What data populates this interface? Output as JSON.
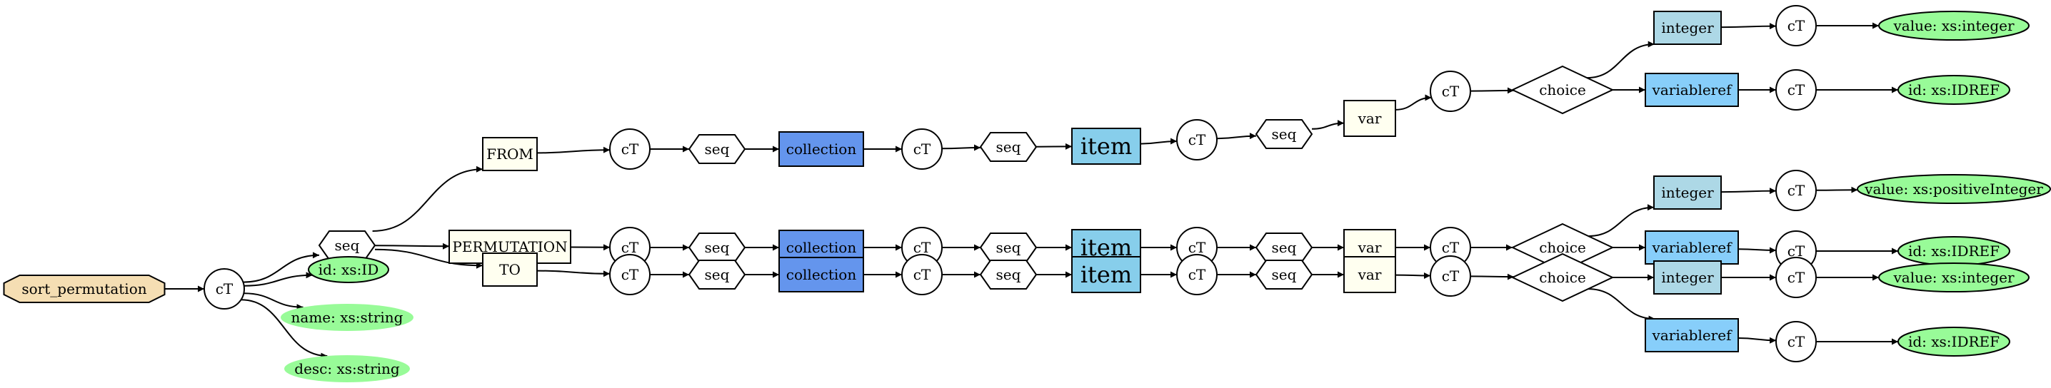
{
  "diagram": {
    "colors": {
      "root": "#f5deb3",
      "cT": "#ffffff",
      "seq": "#ffffff",
      "element": "#fffff0",
      "collection": "#6495ed",
      "item": "#87ceeb",
      "var": "#fffff0",
      "choice": "#ffffff",
      "integer": "#add8e6",
      "variableref": "#87cefa",
      "attribute": "#98fb98"
    },
    "nodes": [
      {
        "id": "root",
        "label": "sort_permutation",
        "shape": "octagon",
        "role": "root"
      },
      {
        "id": "ct0",
        "label": "cT",
        "shape": "circle",
        "role": "cT"
      },
      {
        "id": "seq0",
        "label": "seq",
        "shape": "hexagon",
        "role": "seq"
      },
      {
        "id": "attr_id",
        "label": "id: xs:ID",
        "shape": "ellipse",
        "role": "attribute",
        "outlined": true
      },
      {
        "id": "attr_name",
        "label": "name: xs:string",
        "shape": "ellipse",
        "role": "attribute",
        "outlined": false
      },
      {
        "id": "attr_desc",
        "label": "desc: xs:string",
        "shape": "ellipse",
        "role": "attribute",
        "outlined": false
      },
      {
        "id": "from",
        "label": "FROM",
        "shape": "box",
        "role": "element"
      },
      {
        "id": "perm",
        "label": "PERMUTATION",
        "shape": "box",
        "role": "element"
      },
      {
        "id": "to",
        "label": "TO",
        "shape": "box",
        "role": "element"
      },
      {
        "id": "ct_f1",
        "label": "cT",
        "shape": "circle",
        "role": "cT"
      },
      {
        "id": "seq_f1",
        "label": "seq",
        "shape": "hexagon",
        "role": "seq"
      },
      {
        "id": "coll_f",
        "label": "collection",
        "shape": "box",
        "role": "collection"
      },
      {
        "id": "ct_f2",
        "label": "cT",
        "shape": "circle",
        "role": "cT"
      },
      {
        "id": "seq_f2",
        "label": "seq",
        "shape": "hexagon",
        "role": "seq"
      },
      {
        "id": "item_f",
        "label": "item",
        "shape": "box",
        "role": "item",
        "big": true
      },
      {
        "id": "ct_f3",
        "label": "cT",
        "shape": "circle",
        "role": "cT"
      },
      {
        "id": "seq_f3",
        "label": "seq",
        "shape": "hexagon",
        "role": "seq"
      },
      {
        "id": "var_f",
        "label": "var",
        "shape": "box",
        "role": "var"
      },
      {
        "id": "ct_f4",
        "label": "cT",
        "shape": "circle",
        "role": "cT"
      },
      {
        "id": "choice_f",
        "label": "choice",
        "shape": "diamond",
        "role": "choice"
      },
      {
        "id": "int_f",
        "label": "integer",
        "shape": "box",
        "role": "integer"
      },
      {
        "id": "vref_f",
        "label": "variableref",
        "shape": "box",
        "role": "variableref"
      },
      {
        "id": "ct_fi",
        "label": "cT",
        "shape": "circle",
        "role": "cT"
      },
      {
        "id": "ct_fv",
        "label": "cT",
        "shape": "circle",
        "role": "cT"
      },
      {
        "id": "val_f",
        "label": "value: xs:integer",
        "shape": "ellipse",
        "role": "attribute",
        "outlined": true
      },
      {
        "id": "idr_f",
        "label": "id: xs:IDREF",
        "shape": "ellipse",
        "role": "attribute",
        "outlined": true
      },
      {
        "id": "ct_p1",
        "label": "cT",
        "shape": "circle",
        "role": "cT"
      },
      {
        "id": "seq_p1",
        "label": "seq",
        "shape": "hexagon",
        "role": "seq"
      },
      {
        "id": "coll_p",
        "label": "collection",
        "shape": "box",
        "role": "collection"
      },
      {
        "id": "ct_p2",
        "label": "cT",
        "shape": "circle",
        "role": "cT"
      },
      {
        "id": "seq_p2",
        "label": "seq",
        "shape": "hexagon",
        "role": "seq"
      },
      {
        "id": "item_p",
        "label": "item",
        "shape": "box",
        "role": "item",
        "big": true
      },
      {
        "id": "ct_p3",
        "label": "cT",
        "shape": "circle",
        "role": "cT"
      },
      {
        "id": "seq_p3",
        "label": "seq",
        "shape": "hexagon",
        "role": "seq"
      },
      {
        "id": "var_p",
        "label": "var",
        "shape": "box",
        "role": "var"
      },
      {
        "id": "ct_p4",
        "label": "cT",
        "shape": "circle",
        "role": "cT"
      },
      {
        "id": "choice_p",
        "label": "choice",
        "shape": "diamond",
        "role": "choice"
      },
      {
        "id": "int_p",
        "label": "integer",
        "shape": "box",
        "role": "integer"
      },
      {
        "id": "vref_p",
        "label": "variableref",
        "shape": "box",
        "role": "variableref"
      },
      {
        "id": "ct_pi",
        "label": "cT",
        "shape": "circle",
        "role": "cT"
      },
      {
        "id": "ct_pv",
        "label": "cT",
        "shape": "circle",
        "role": "cT"
      },
      {
        "id": "val_p",
        "label": "value: xs:positiveInteger",
        "shape": "ellipse",
        "role": "attribute",
        "outlined": true
      },
      {
        "id": "idr_p",
        "label": "id: xs:IDREF",
        "shape": "ellipse",
        "role": "attribute",
        "outlined": true
      },
      {
        "id": "ct_t1",
        "label": "cT",
        "shape": "circle",
        "role": "cT"
      },
      {
        "id": "seq_t1",
        "label": "seq",
        "shape": "hexagon",
        "role": "seq"
      },
      {
        "id": "coll_t",
        "label": "collection",
        "shape": "box",
        "role": "collection"
      },
      {
        "id": "ct_t2",
        "label": "cT",
        "shape": "circle",
        "role": "cT"
      },
      {
        "id": "seq_t2",
        "label": "seq",
        "shape": "hexagon",
        "role": "seq"
      },
      {
        "id": "item_t",
        "label": "item",
        "shape": "box",
        "role": "item",
        "big": true
      },
      {
        "id": "ct_t3",
        "label": "cT",
        "shape": "circle",
        "role": "cT"
      },
      {
        "id": "seq_t3",
        "label": "seq",
        "shape": "hexagon",
        "role": "seq"
      },
      {
        "id": "var_t",
        "label": "var",
        "shape": "box",
        "role": "var"
      },
      {
        "id": "ct_t4",
        "label": "cT",
        "shape": "circle",
        "role": "cT"
      },
      {
        "id": "choice_t",
        "label": "choice",
        "shape": "diamond",
        "role": "choice"
      },
      {
        "id": "int_t",
        "label": "integer",
        "shape": "box",
        "role": "integer"
      },
      {
        "id": "vref_t",
        "label": "variableref",
        "shape": "box",
        "role": "variableref"
      },
      {
        "id": "ct_ti",
        "label": "cT",
        "shape": "circle",
        "role": "cT"
      },
      {
        "id": "ct_tv",
        "label": "cT",
        "shape": "circle",
        "role": "cT"
      },
      {
        "id": "val_t",
        "label": "value: xs:integer",
        "shape": "ellipse",
        "role": "attribute",
        "outlined": true
      },
      {
        "id": "idr_t",
        "label": "id: xs:IDREF",
        "shape": "ellipse",
        "role": "attribute",
        "outlined": true
      }
    ],
    "edges": [
      [
        "root",
        "ct0"
      ],
      [
        "ct0",
        "seq0"
      ],
      [
        "ct0",
        "attr_id"
      ],
      [
        "ct0",
        "attr_name"
      ],
      [
        "ct0",
        "attr_desc"
      ],
      [
        "seq0",
        "from"
      ],
      [
        "seq0",
        "perm"
      ],
      [
        "seq0",
        "to"
      ],
      [
        "from",
        "ct_f1"
      ],
      [
        "ct_f1",
        "seq_f1"
      ],
      [
        "seq_f1",
        "coll_f"
      ],
      [
        "coll_f",
        "ct_f2"
      ],
      [
        "ct_f2",
        "seq_f2"
      ],
      [
        "seq_f2",
        "item_f"
      ],
      [
        "item_f",
        "ct_f3"
      ],
      [
        "ct_f3",
        "seq_f3"
      ],
      [
        "seq_f3",
        "var_f"
      ],
      [
        "var_f",
        "ct_f4"
      ],
      [
        "ct_f4",
        "choice_f"
      ],
      [
        "choice_f",
        "int_f"
      ],
      [
        "choice_f",
        "vref_f"
      ],
      [
        "int_f",
        "ct_fi"
      ],
      [
        "vref_f",
        "ct_fv"
      ],
      [
        "ct_fi",
        "val_f"
      ],
      [
        "ct_fv",
        "idr_f"
      ],
      [
        "perm",
        "ct_p1"
      ],
      [
        "ct_p1",
        "seq_p1"
      ],
      [
        "seq_p1",
        "coll_p"
      ],
      [
        "coll_p",
        "ct_p2"
      ],
      [
        "ct_p2",
        "seq_p2"
      ],
      [
        "seq_p2",
        "item_p"
      ],
      [
        "item_p",
        "ct_p3"
      ],
      [
        "ct_p3",
        "seq_p3"
      ],
      [
        "seq_p3",
        "var_p"
      ],
      [
        "var_p",
        "ct_p4"
      ],
      [
        "ct_p4",
        "choice_p"
      ],
      [
        "choice_p",
        "int_p"
      ],
      [
        "choice_p",
        "vref_p"
      ],
      [
        "int_p",
        "ct_pi"
      ],
      [
        "vref_p",
        "ct_pv"
      ],
      [
        "ct_pi",
        "val_p"
      ],
      [
        "ct_pv",
        "idr_p"
      ],
      [
        "to",
        "ct_t1"
      ],
      [
        "ct_t1",
        "seq_t1"
      ],
      [
        "seq_t1",
        "coll_t"
      ],
      [
        "coll_t",
        "ct_t2"
      ],
      [
        "ct_t2",
        "seq_t2"
      ],
      [
        "seq_t2",
        "item_t"
      ],
      [
        "item_t",
        "ct_t3"
      ],
      [
        "ct_t3",
        "seq_t3"
      ],
      [
        "seq_t3",
        "var_t"
      ],
      [
        "var_t",
        "ct_t4"
      ],
      [
        "ct_t4",
        "choice_t"
      ],
      [
        "choice_t",
        "int_t"
      ],
      [
        "choice_t",
        "vref_t"
      ],
      [
        "int_t",
        "ct_ti"
      ],
      [
        "vref_t",
        "ct_tv"
      ],
      [
        "ct_ti",
        "val_t"
      ],
      [
        "ct_tv",
        "idr_t"
      ]
    ]
  }
}
